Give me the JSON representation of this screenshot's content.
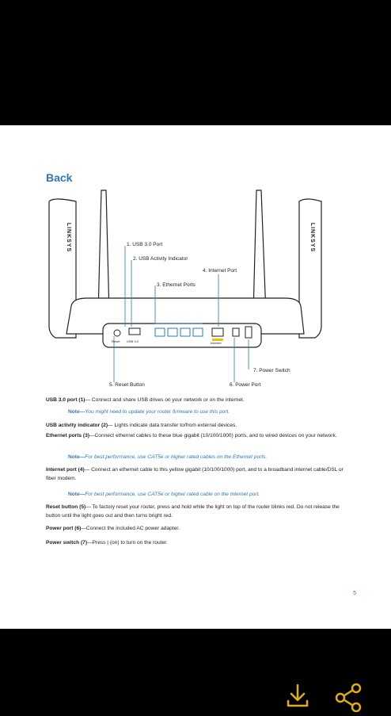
{
  "page": {
    "heading": "Back",
    "page_number": "5"
  },
  "router": {
    "brand": "LINKSYS",
    "port_labels": {
      "reset": "Reset",
      "usb": "USB 3.0",
      "internet": "Internet"
    }
  },
  "callouts": {
    "c1": "1. USB 3.0 Port",
    "c2": "2. USB Activity Indicator",
    "c3": "3. Ethernet Ports",
    "c4": "4. Internet Port",
    "c5": "5. Reset Button",
    "c6": "6. Power Port",
    "c7": "7. Power Switch"
  },
  "descriptions": [
    {
      "term": "USB 3.0 port (1)",
      "text": "— Connect and share USB drives on your network or on the internet."
    },
    {
      "term": "USB activity indicator (2)",
      "text": "— Lights indicate data transfer to/from external devices."
    },
    {
      "term": "Ethernet ports (3)",
      "text": "—Connect ethernet cables to these blue gigabit (10/100/1000) ports, and to wired devices on your network."
    },
    {
      "term": "Internet port (4)",
      "text": "— Connect an ethernet cable to this yellow gigabit (10/100/1000) port, and to a broadband internet cable/DSL or fiber modem."
    },
    {
      "term": "Reset button (5)",
      "text": "— To factory reset your router, press and hold while the light on top of the router blinks red. Do not release the button until the light goes out and then turns bright red."
    },
    {
      "term": "Power port (6)",
      "text": "—Connect the included AC power adapter."
    },
    {
      "term": "Power switch (7)",
      "text": "—Press | (on) to turn on the router."
    }
  ],
  "notes": [
    {
      "label": "Note—",
      "text": "You might need to update your router firmware to use this port."
    },
    {
      "label": "Note—",
      "text": "For best performance, use CAT5e or higher rated cables on the Ethernet ports."
    },
    {
      "label": "Note—",
      "text": "For best performance, use CAT5e or higher rated cable on the Internet port."
    }
  ],
  "toolbar": {
    "download_icon": "download-icon",
    "share_icon": "share-icon",
    "accent": "#e0b000"
  },
  "colors": {
    "heading": "#2e77c2",
    "internet_port": "#f0c000"
  }
}
